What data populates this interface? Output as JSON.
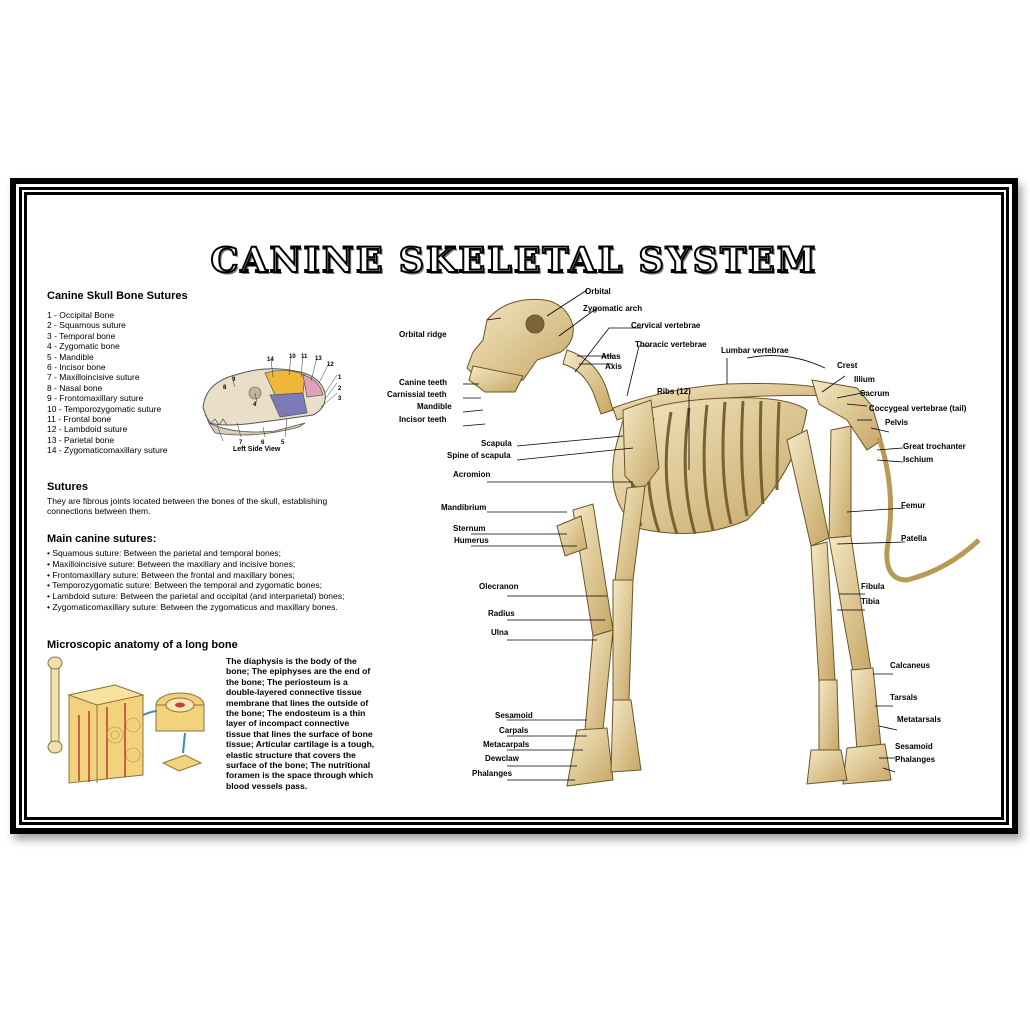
{
  "title": "CANINE SKELETAL SYSTEM",
  "skull": {
    "heading": "Canine Skull Bone Sutures",
    "items": [
      "1 - Occipital Bone",
      "2 - Squamous suture",
      "3 - Temporal bone",
      "4 - Zygomatic bone",
      "5 - Mandible",
      "6 - Incisor bone",
      "7 - Maxilloincisive suture",
      "8 - Nasal bone",
      "9 - Frontomaxillary suture",
      "10 - Temporozygomatic suture",
      "11 - Frontal bone",
      "12 - Lambdoid suture",
      "13 - Parietal bone",
      "14 - Zygomaticomaxillary suture"
    ],
    "view_label": "Left Side View",
    "numbers": [
      "14",
      "10",
      "11",
      "13",
      "12",
      "1",
      "2",
      "3",
      "4",
      "5",
      "6",
      "7",
      "8",
      "9"
    ]
  },
  "sutures": {
    "heading": "Sutures",
    "text": "They are fibrous joints located between the bones of the skull, establishing connections between them."
  },
  "main_sutures": {
    "heading": "Main canine sutures:",
    "items": [
      "Squamous suture: Between the parietal and temporal bones;",
      "Maxilloincisive suture: Between the maxillary and incisive bones;",
      "Frontomaxillary suture: Between the frontal and maxillary bones;",
      "Temporozygomatic suture: Between the temporal and zygomatic bones;",
      "Lambdoid suture: Between the parietal and occipital (and interparietal) bones;",
      "Zygomaticomaxillary suture: Between the zygomaticus and maxillary bones."
    ]
  },
  "micro": {
    "heading": "Microscopic anatomy of a long bone",
    "text": "The diaphysis is the body of the bone; The epiphyses are the end of the bone; The periosteum is a double-layered connective tissue membrane that lines the outside of the bone; The endosteum is a thin layer of incompact connective tissue that lines the surface of bone tissue; Articular cartilage is a tough, elastic structure that covers the surface of the bone; The nutritional foramen is the space through which blood vessels pass."
  },
  "labels": {
    "orbital": "Orbital",
    "zygomatic_arch": "Zygomatic arch",
    "orbital_ridge": "Orbital ridge",
    "cervical_vertebrae": "Cervical vertebrae",
    "thoracic_vertebrae": "Thoracic vertebrae",
    "lumbar_vertebrae": "Lumbar vertebrae",
    "atlas": "Atlas",
    "axis": "Axis",
    "ribs": "Ribs (12)",
    "crest": "Crest",
    "ilium": "Illium",
    "sacrum": "Sacrum",
    "coccygeal": "Coccygeal vertebrae (tail)",
    "pelvis": "Pelvis",
    "great_trochanter": "Great trochanter",
    "ischium": "Ischium",
    "canine_teeth": "Canine teeth",
    "carnissial_teeth": "Carnissial teeth",
    "mandible": "Mandible",
    "incisor_teeth": "Incisor teeth",
    "scapula": "Scapula",
    "spine_of_scapula": "Spine of scapula",
    "acromion": "Acromion",
    "mandibrium": "Mandibrium",
    "sternum": "Sternum",
    "humerus": "Humerus",
    "olecranon": "Olecranon",
    "radius": "Radius",
    "ulna": "Ulna",
    "femur": "Femur",
    "patella": "Patella",
    "fibula": "Fibula",
    "tibia": "Tibia",
    "calcaneus": "Calcaneus",
    "tarsals": "Tarsals",
    "metatarsals": "Metatarsals",
    "sesamoid_hind": "Sesamoid",
    "phalanges_hind": "Phalanges",
    "sesamoid_fore": "Sesamoid",
    "carpals": "Carpals",
    "metacarpals": "Metacarpals",
    "dewclaw": "Dewclaw",
    "phalanges_fore": "Phalanges"
  },
  "colors": {
    "bone": "#e8d9a8",
    "bone_shade": "#b89a55",
    "frame": "#000000"
  }
}
